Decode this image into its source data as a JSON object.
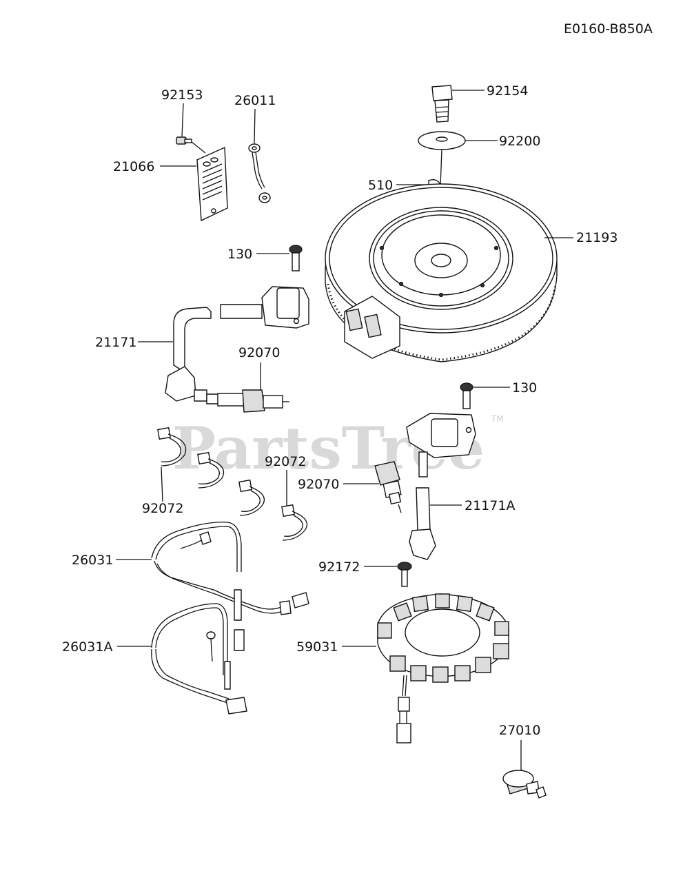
{
  "diagram": {
    "code": "E0160-B850A",
    "watermark": "PartsTree",
    "watermark_tm": "TM"
  },
  "callouts": {
    "p92153": "92153",
    "p26011": "26011",
    "p21066": "21066",
    "p92154": "92154",
    "p92200": "92200",
    "p510": "510",
    "p21193": "21193",
    "p130a": "130",
    "p21171": "21171",
    "p92070a": "92070",
    "p130b": "130",
    "p92072a": "92072",
    "p92072b": "92072",
    "p92070b": "92070",
    "p21171A": "21171A",
    "p26031": "26031",
    "p92172": "92172",
    "p26031A": "26031A",
    "p59031": "59031",
    "p27010": "27010"
  }
}
